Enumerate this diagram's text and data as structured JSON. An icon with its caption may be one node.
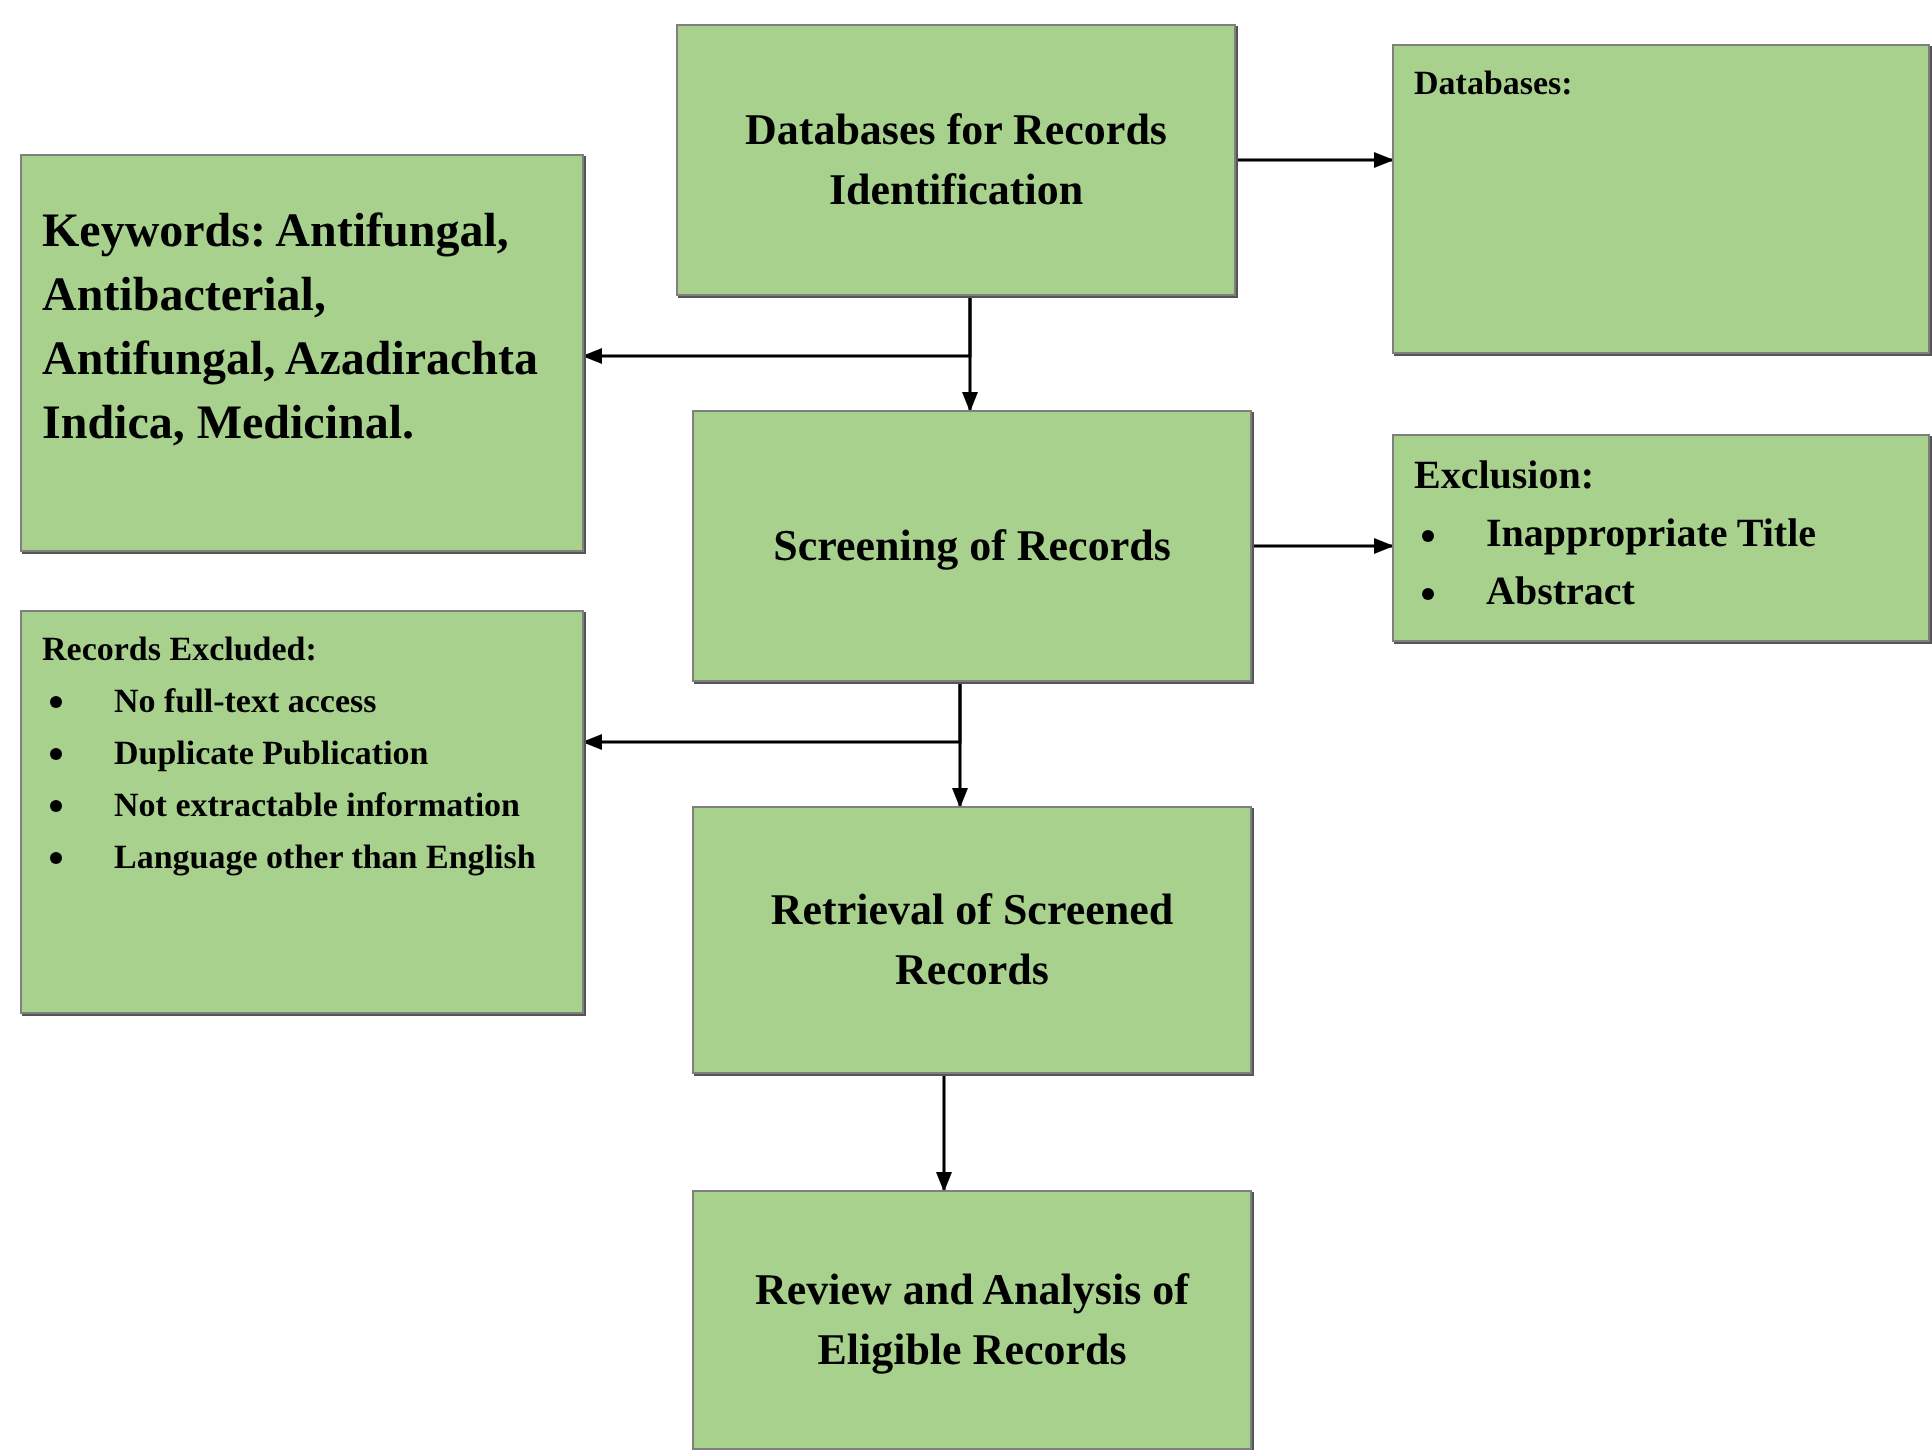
{
  "diagram": {
    "nodes": [
      {
        "text": [
          "Databases for Records Identification"
        ]
      },
      {
        "text": [
          "Databases:"
        ]
      },
      {
        "text": [
          "Keywords:  Antifungal, Antibacterial, Antifungal, Azadirachta Indica, Medicinal."
        ]
      },
      {
        "text": [
          "Screening of Records"
        ]
      },
      {
        "text": [
          "Exclusion:",
          "Inappropriate Title",
          "Abstract"
        ]
      },
      {
        "text": [
          "Records Excluded:",
          "No full-text access",
          "Duplicate Publication",
          "Not extractable information",
          "Language other than English"
        ]
      },
      {
        "text": [
          "Retrieval of Screened Records"
        ]
      },
      {
        "text": [
          "Review and Analysis of Eligible Records"
        ]
      }
    ],
    "edges": [
      {
        "from": 0,
        "to": 1,
        "arrow": "to"
      },
      {
        "from": 0,
        "to": 2,
        "arrow": "to"
      },
      {
        "from": 0,
        "to": 3,
        "arrow": "to"
      },
      {
        "from": 3,
        "to": 4,
        "arrow": "to"
      },
      {
        "from": 3,
        "to": 5,
        "arrow": "to"
      },
      {
        "from": 3,
        "to": 6,
        "arrow": "to"
      },
      {
        "from": 6,
        "to": 7,
        "arrow": "to"
      }
    ]
  }
}
